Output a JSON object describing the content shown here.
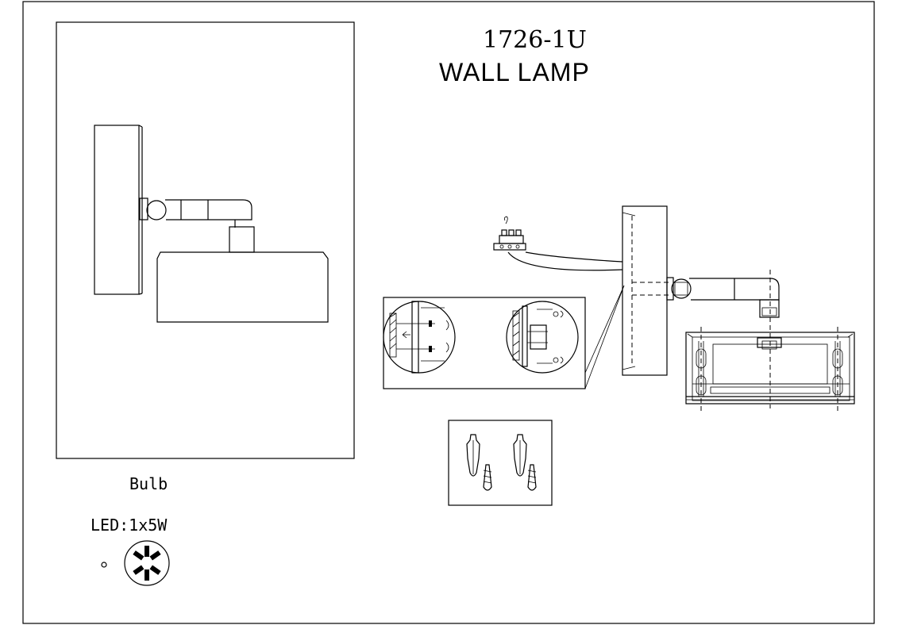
{
  "sheet": {
    "model_number": "1726-1U",
    "product_title": "WALL LAMP"
  },
  "bulb": {
    "heading": "Bulb",
    "spec": "LED:1x5W"
  }
}
